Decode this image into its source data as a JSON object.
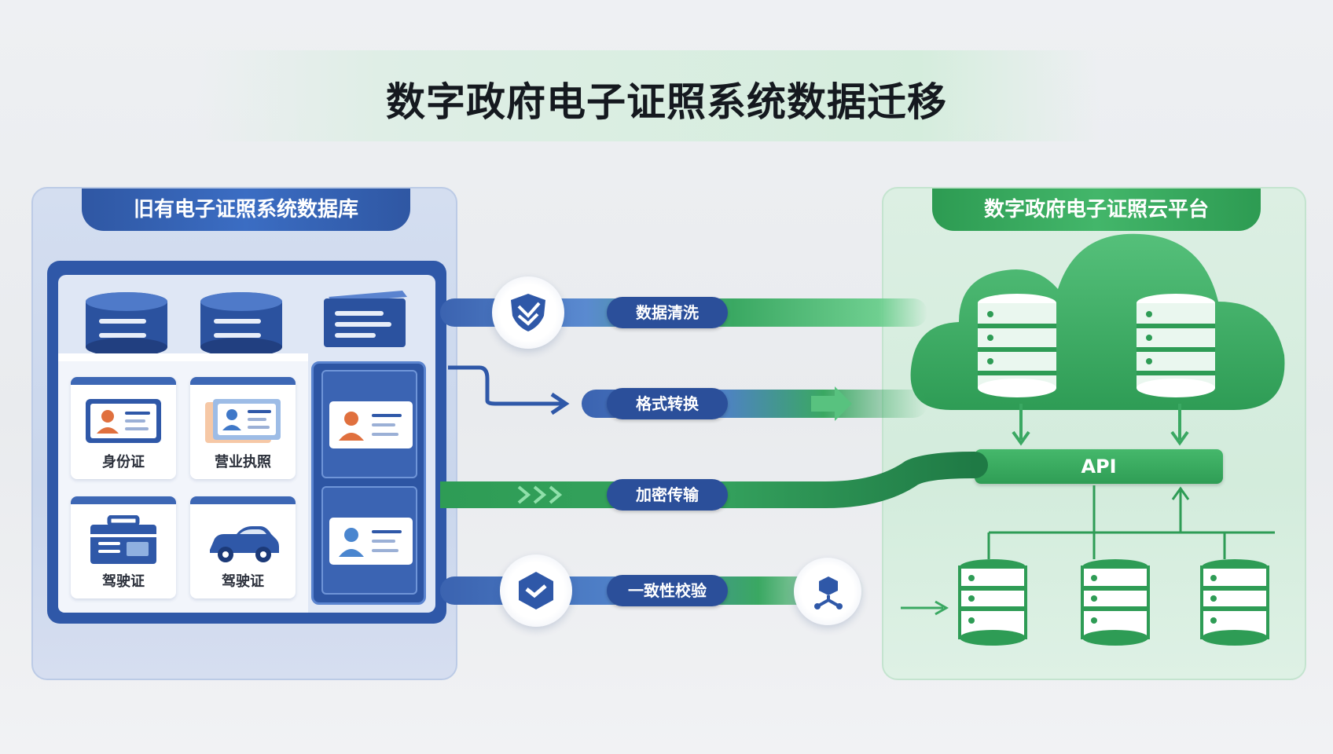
{
  "title": "数字政府电子证照系统数据迁移",
  "left_panel": {
    "title": "旧有电子证照系统数据库",
    "cards": [
      {
        "label": "身份证",
        "icon": "id-card-icon"
      },
      {
        "label": "营业执照",
        "icon": "business-license-icon"
      },
      {
        "label": "驾驶证",
        "icon": "toolbox-icon"
      },
      {
        "label": "驾驶证",
        "icon": "car-icon"
      }
    ]
  },
  "right_panel": {
    "title": "数字政府电子证照云平台",
    "api_label": "API"
  },
  "steps": [
    {
      "label": "数据清洗",
      "icon": "data-clean-shield-icon"
    },
    {
      "label": "格式转换",
      "icon": "arrow-icon"
    },
    {
      "label": "加密传输",
      "icon": "pipe-icon"
    },
    {
      "label": "一致性校验",
      "icon": "check-hexagon-icon"
    }
  ],
  "colors": {
    "blue_primary": "#2f58a8",
    "blue_accent": "#3b6dc3",
    "green_primary": "#2d9b52",
    "green_accent": "#45b86b",
    "title_text": "#15191f"
  }
}
